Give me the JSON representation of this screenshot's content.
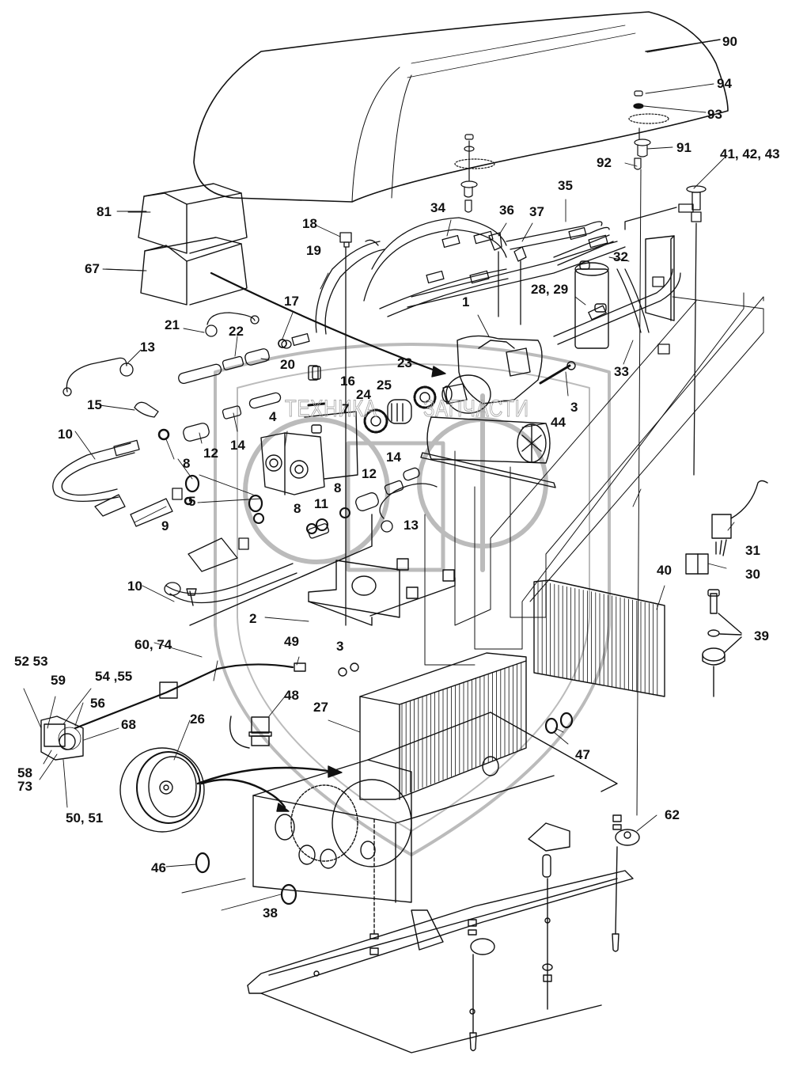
{
  "diagram": {
    "type": "exploded-parts-diagram",
    "subject": "air conditioning unit assembly",
    "watermark": {
      "left_text": "ТЕХНИКА",
      "right_text": "ЗАПЧАСТИ",
      "logo_letters": "ЗПФ",
      "color": "#a8a8a8"
    },
    "line_color": "#111111",
    "callouts": [
      {
        "id": "c90",
        "label": "90"
      },
      {
        "id": "c94",
        "label": "94"
      },
      {
        "id": "c93",
        "label": "93"
      },
      {
        "id": "c91",
        "label": "91"
      },
      {
        "id": "c92",
        "label": "92"
      },
      {
        "id": "c41",
        "label": "41, 42, 43"
      },
      {
        "id": "c81",
        "label": "81"
      },
      {
        "id": "c67",
        "label": "67"
      },
      {
        "id": "c18",
        "label": "18"
      },
      {
        "id": "c19",
        "label": "19"
      },
      {
        "id": "c34",
        "label": "34"
      },
      {
        "id": "c36",
        "label": "36"
      },
      {
        "id": "c37",
        "label": "37"
      },
      {
        "id": "c35",
        "label": "35"
      },
      {
        "id": "c32",
        "label": "32"
      },
      {
        "id": "c28",
        "label": "28, 29"
      },
      {
        "id": "c1",
        "label": "1"
      },
      {
        "id": "c17",
        "label": "17"
      },
      {
        "id": "c21",
        "label": "21"
      },
      {
        "id": "c22",
        "label": "22"
      },
      {
        "id": "c13a",
        "label": "13"
      },
      {
        "id": "c20",
        "label": "20"
      },
      {
        "id": "c23",
        "label": "23"
      },
      {
        "id": "c16",
        "label": "16"
      },
      {
        "id": "c33",
        "label": "33"
      },
      {
        "id": "c15",
        "label": "15"
      },
      {
        "id": "c24",
        "label": "24"
      },
      {
        "id": "c25",
        "label": "25"
      },
      {
        "id": "c7",
        "label": "7"
      },
      {
        "id": "c3a",
        "label": "3"
      },
      {
        "id": "c4",
        "label": "4"
      },
      {
        "id": "c14a",
        "label": "14"
      },
      {
        "id": "c12a",
        "label": "12"
      },
      {
        "id": "c8a",
        "label": "8"
      },
      {
        "id": "c10a",
        "label": "10"
      },
      {
        "id": "c44",
        "label": "44"
      },
      {
        "id": "c14b",
        "label": "14"
      },
      {
        "id": "c12b",
        "label": "12"
      },
      {
        "id": "c5",
        "label": "5"
      },
      {
        "id": "c8b",
        "label": "8"
      },
      {
        "id": "c8c",
        "label": "8"
      },
      {
        "id": "c11",
        "label": "11"
      },
      {
        "id": "c9",
        "label": "9"
      },
      {
        "id": "c13b",
        "label": "13"
      },
      {
        "id": "c31",
        "label": "31"
      },
      {
        "id": "c30",
        "label": "30"
      },
      {
        "id": "c10b",
        "label": "10"
      },
      {
        "id": "c40",
        "label": "40"
      },
      {
        "id": "c2",
        "label": "2"
      },
      {
        "id": "c39",
        "label": "39"
      },
      {
        "id": "c60",
        "label": "60, 74"
      },
      {
        "id": "c49",
        "label": "49"
      },
      {
        "id": "c3b",
        "label": "3"
      },
      {
        "id": "c5253",
        "label": "52 53"
      },
      {
        "id": "c59",
        "label": "59"
      },
      {
        "id": "c5455",
        "label": "54 ,55"
      },
      {
        "id": "c56",
        "label": "56"
      },
      {
        "id": "c48",
        "label": "48"
      },
      {
        "id": "c27",
        "label": "27"
      },
      {
        "id": "c68",
        "label": "68"
      },
      {
        "id": "c26",
        "label": "26"
      },
      {
        "id": "c47",
        "label": "47"
      },
      {
        "id": "c58",
        "label": "58"
      },
      {
        "id": "c73",
        "label": "73"
      },
      {
        "id": "c5051",
        "label": "50, 51"
      },
      {
        "id": "c62",
        "label": "62"
      },
      {
        "id": "c46",
        "label": "46"
      },
      {
        "id": "c38",
        "label": "38"
      }
    ]
  }
}
